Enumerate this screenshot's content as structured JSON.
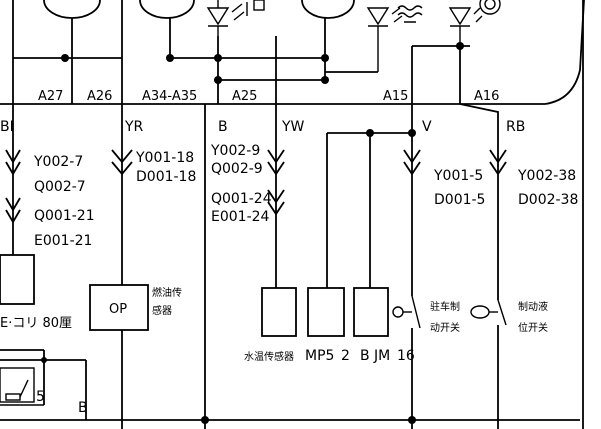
{
  "top_labels": [
    "A27",
    "A26",
    "A34-A35",
    "A25",
    "A15",
    "A16"
  ],
  "wire_labels": [
    "BI",
    "YR",
    "B",
    "YW",
    "V",
    "RB",
    "B"
  ],
  "codes": {
    "bi": [
      "Y002-7",
      "Q002-7",
      "Q001-21",
      "E001-21"
    ],
    "yr": [
      "Y001-18",
      "D001-18"
    ],
    "yw": [
      "Y002-9",
      "Q002-9",
      "Q001-24",
      "E001-24"
    ],
    "v": [
      "Y001-5",
      "D001-5"
    ],
    "rb": [
      "Y002-38",
      "D002-38"
    ]
  },
  "components": {
    "left_box_label": "E·コリ 80厘",
    "op_label": "OP",
    "op_desc": [
      "燃油传",
      "感器"
    ],
    "water_temp_sensor": "水温传感器",
    "mp5_label": "MP5",
    "mp5_extra": "2",
    "bjm_label": "B JM",
    "bjm_extra": "16",
    "park_brake_switch": [
      "驻车制",
      "动开关"
    ],
    "brake_fluid_switch": [
      "制动液",
      "位开关"
    ],
    "resistor_label": "5"
  }
}
